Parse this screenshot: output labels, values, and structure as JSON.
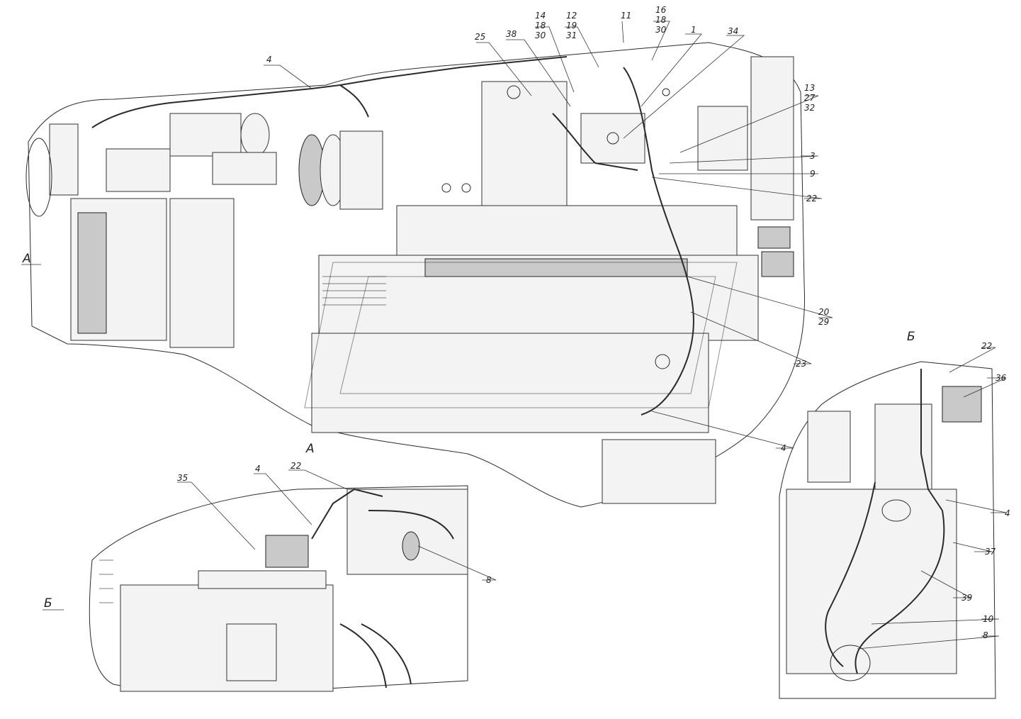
{
  "view_labels": {
    "main_A_side": "А",
    "inset_A_title": "А",
    "inset_B_title": "Б",
    "inset_B_side": "Б"
  },
  "callouts": {
    "c4_top": "4",
    "c25": "25",
    "c38": "38",
    "c14_18_30": [
      "14",
      "18",
      "30"
    ],
    "c12_19_31": [
      "12",
      "19",
      "31"
    ],
    "c11": "11",
    "c16_18_30": [
      "16",
      "18",
      "30"
    ],
    "c1": "1",
    "c34": "34",
    "c13_27_32": [
      "13",
      "27",
      "32"
    ],
    "c3": "3",
    "c9": "9",
    "c22_main": "22",
    "c20_29": [
      "20",
      "29"
    ],
    "c23": "23",
    "c4_main_bottom": "4",
    "c35": "35",
    "c4_insetA": "4",
    "c22_insetA": "22",
    "c8_insetA": "8",
    "c22_insetB": "22",
    "c36": "36",
    "c4_insetB": "4",
    "c37": "37",
    "c39": "39",
    "c10": "10",
    "c8_insetB": "8"
  },
  "colors": {
    "line": "#2a2a2a",
    "background": "#ffffff"
  }
}
